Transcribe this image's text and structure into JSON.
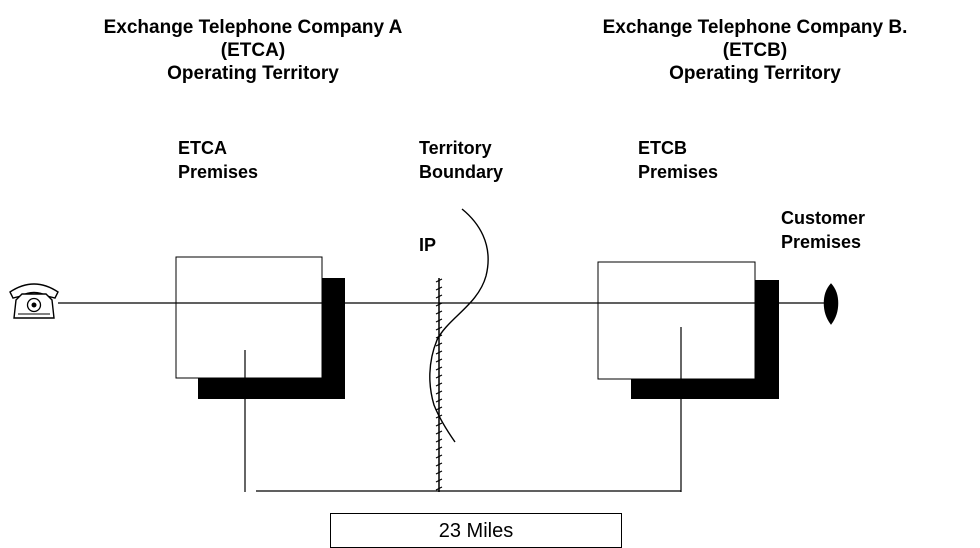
{
  "headers": {
    "company_a": {
      "name": "Exchange Telephone Company A",
      "abbr": "(ETCA)",
      "subtitle": "Operating Territory"
    },
    "company_b": {
      "name": "Exchange Telephone Company B.",
      "abbr": "(ETCB)",
      "subtitle": "Operating Territory"
    }
  },
  "labels": {
    "etca_premises": [
      "ETCA",
      "Premises"
    ],
    "territory_boundary": [
      "Territory",
      "Boundary"
    ],
    "etcb_premises": [
      "ETCB",
      "Premises"
    ],
    "customer_premises": [
      "Customer",
      "Premises"
    ],
    "ip": "IP",
    "distance": "23 Miles"
  },
  "icons": {
    "left_endpoint": "telephone-icon",
    "right_endpoint": "customer-endpoint-icon"
  },
  "colors": {
    "line": "#000000",
    "shadow": "#000000",
    "box_fill": "#ffffff"
  }
}
